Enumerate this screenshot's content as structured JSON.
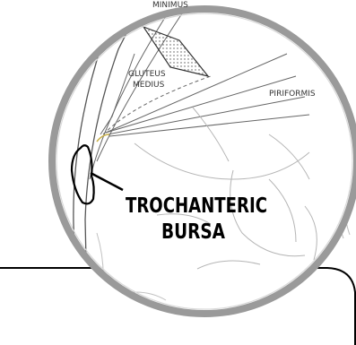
{
  "labels": {
    "top_cut": "MINIMUS",
    "gluteus_line1": "GLUTEUS",
    "gluteus_line2": "MEDIUS",
    "piriformis": "PIRIFORMIS",
    "bursa_line1": "TROCHANTERIC",
    "bursa_line2": "BURSA"
  },
  "colors": {
    "ring": "#9a9a9a",
    "ring_inner": "#d9d9d9",
    "sketch": "#555555",
    "faint": "#9a9a9a",
    "ink": "#000000"
  }
}
